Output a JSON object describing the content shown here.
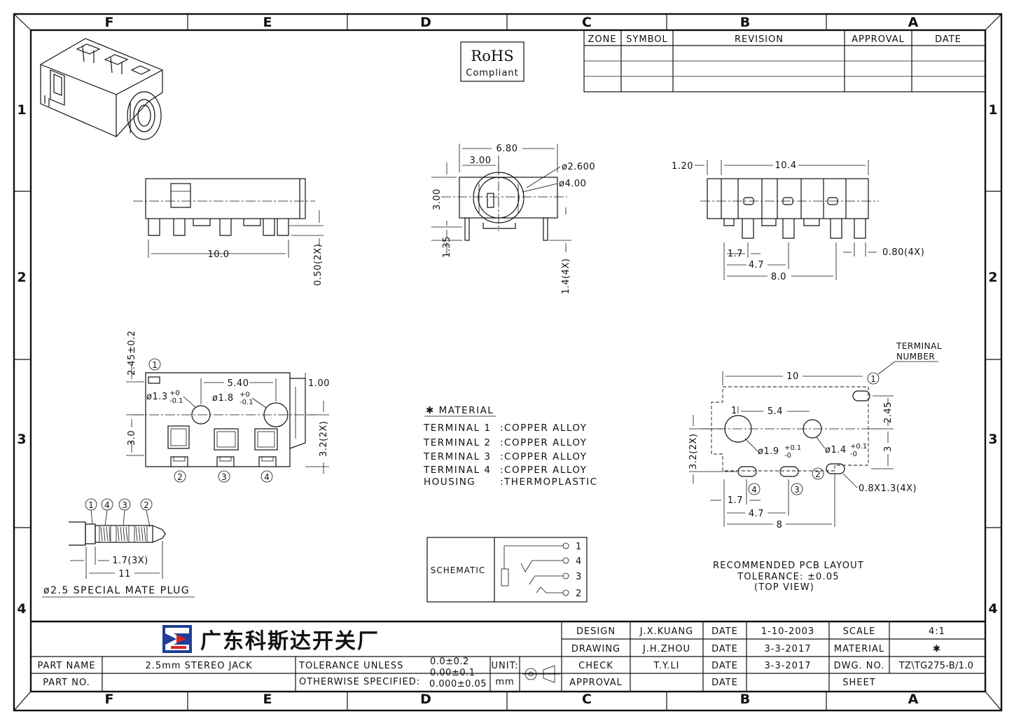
{
  "border": {
    "cols": [
      "F",
      "E",
      "D",
      "C",
      "B",
      "A"
    ],
    "rows": [
      "1",
      "2",
      "3",
      "4"
    ]
  },
  "revision_table": {
    "headers": [
      "ZONE",
      "SYMBOL",
      "REVISION",
      "APPROVAL",
      "DATE"
    ]
  },
  "rohs": {
    "line1": "RoHS",
    "line2": "Compliant"
  },
  "dims": {
    "front_10_0": "10.0",
    "front_0_50": "0.50(2X)",
    "mid_6_80": "6.80",
    "mid_3_00_top": "3.00",
    "mid_d2_600": "ø2.600",
    "mid_d4_00": "ø4.00",
    "mid_3_00_side": "3.00",
    "mid_1_35": "1.35",
    "mid_1_4": "1.4(4X)",
    "right_1_20": "1.20",
    "right_10_4": "10.4",
    "right_1_7": "1.7",
    "right_4_7": "4.7",
    "right_8_0": "8.0",
    "right_0_80": "0.80(4X)",
    "top_2_45": "2.45±0.2",
    "top_5_40": "5.40",
    "top_1_00": "1.00",
    "top_d1_3": "ø1.3",
    "top_d1_8": "ø1.8",
    "tol_plus": "+0",
    "tol_minus": "-0.1",
    "top_3_0": "3.0",
    "top_3_2": "3.2(2X)",
    "plug_1_7": "1.7(3X)",
    "plug_11": "11",
    "pcb_terminal": "TERMINAL",
    "pcb_number": "NUMBER",
    "pcb_10": "10",
    "pcb_5_4": "5.4",
    "pcb_2_45": "2.45",
    "pcb_3": "3",
    "pcb_3_2": "3.2(2X)",
    "pcb_d1_9": "ø1.9",
    "pcb_d1_4": "ø1.4",
    "pcb_tol_plus": "+0.1",
    "pcb_tol_minus": "-0",
    "pcb_1": "1",
    "pcb_0_8x1_3": "0.8X1.3(4X)",
    "pcb_1_7": "1.7",
    "pcb_4_7": "4.7",
    "pcb_8": "8"
  },
  "terminal_numbers": {
    "t1": "1",
    "t2": "2",
    "t3": "3",
    "t4": "4"
  },
  "plug": {
    "label": "ø2.5 SPECIAL MATE PLUG"
  },
  "material": {
    "title": "✱ MATERIAL",
    "rows": [
      {
        "name": "TERMINAL  1",
        "value": ":COPPER  ALLOY"
      },
      {
        "name": "TERMINAL  2",
        "value": ":COPPER  ALLOY"
      },
      {
        "name": "TERMINAL  3",
        "value": ":COPPER  ALLOY"
      },
      {
        "name": "TERMINAL  4",
        "value": ":COPPER  ALLOY"
      },
      {
        "name": "HOUSING",
        "value": ":THERMOPLASTIC"
      }
    ]
  },
  "schematic": {
    "label": "SCHEMATIC",
    "pins": [
      "1",
      "4",
      "3",
      "2"
    ]
  },
  "pcb_note": {
    "line1": "RECOMMENDED  PCB  LAYOUT",
    "line2": "TOLERANCE: ±0.05",
    "line3": "(TOP  VIEW)"
  },
  "title_block": {
    "company": "广东科斯达开关厂",
    "part_name_label": "PART NAME",
    "part_name": "2.5mm  STEREO  JACK",
    "part_no_label": "PART NO.",
    "tolerance_l1": "TOLERANCE  UNLESS",
    "tolerance_l2": "OTHERWISE  SPECIFIED:",
    "tol_v1": "0.0±0.2",
    "tol_v2": "0.00±0.1",
    "tol_v3": "0.000±0.05",
    "unit_label": "UNIT:",
    "unit": "mm",
    "design_label": "DESIGN",
    "design": "J.X.KUANG",
    "drawing_label": "DRAWING",
    "drawing": "J.H.ZHOU",
    "check_label": "CHECK",
    "check": "T.Y.LI",
    "approval_label": "APPROVAL",
    "date_label": "DATE",
    "date1": "1-10-2003",
    "date2": "3-3-2017",
    "date3": "3-3-2017",
    "scale_label": "SCALE",
    "scale": "4:1",
    "material_label": "MATERIAL",
    "material": "✱",
    "dwg_label": "DWG. NO.",
    "dwg": "TZ\\TG275-B/1.0",
    "sheet_label": "SHEET"
  }
}
